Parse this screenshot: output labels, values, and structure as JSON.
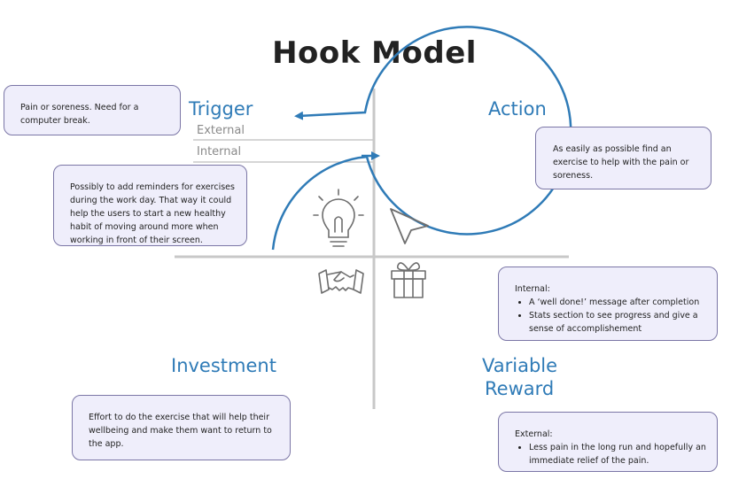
{
  "title": "Hook Model",
  "phases": {
    "trigger": "Trigger",
    "action": "Action",
    "investment": "Investment",
    "reward_line1": "Variable",
    "reward_line2": "Reward"
  },
  "trigger_types": {
    "external": "External",
    "internal": "Internal"
  },
  "icons": {
    "trigger": "lightbulb-icon",
    "action": "cursor-arrow-icon",
    "investment": "handshake-icon",
    "reward": "gift-icon"
  },
  "colors": {
    "accent": "#2f7bb7",
    "note_bg": "#efeefb",
    "note_border": "#7b76a6"
  },
  "notes": {
    "trigger_external": "Pain or soreness. Need for a computer break.",
    "trigger_internal": "Possibly to add reminders for exercises during the work day.  That way it could help the users to start a new healthy habit of moving around more when working in front of their screen.",
    "action": "As easily as possible find an exercise to help with the pain or soreness.",
    "reward_internal": {
      "heading": "Internal:",
      "items": [
        "A ‘well done!’ message after completion",
        "Stats section to see progress and give a sense of accomplishement"
      ]
    },
    "investment": "Effort to do the exercise that will help their wellbeing and make them want to return to the app.",
    "reward_external": {
      "heading": "External:",
      "items": [
        "Less pain in the long run and hopefully an immediate relief of the pain."
      ]
    }
  }
}
